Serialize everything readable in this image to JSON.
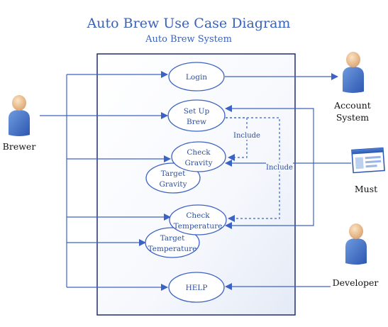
{
  "diagram": {
    "title": "Auto Brew Use Case Diagram",
    "system_name": "Auto Brew System",
    "use_cases": {
      "login": [
        "Login"
      ],
      "set_up_brew": [
        "Set Up",
        "Brew"
      ],
      "check_gravity": [
        "Check",
        "Gravity"
      ],
      "target_gravity": [
        "Target",
        "Gravity"
      ],
      "check_temperature": [
        "Check",
        "Temperature"
      ],
      "target_temperature": [
        "Target",
        "Temperature"
      ],
      "help": [
        "HELP"
      ]
    },
    "actors": {
      "brewer": [
        "Brewer"
      ],
      "account_system": [
        "Account",
        "System"
      ],
      "must": [
        "Must"
      ],
      "developer": [
        "Developer"
      ]
    },
    "relations": {
      "include_1": "Include",
      "include_2": "Include"
    },
    "colors": {
      "line": "#3c63c4",
      "title": "#3a63b8",
      "system_border": "#1e2f6e",
      "actor_body": "#3d6fc9",
      "actor_head": "#f2c79a"
    }
  }
}
